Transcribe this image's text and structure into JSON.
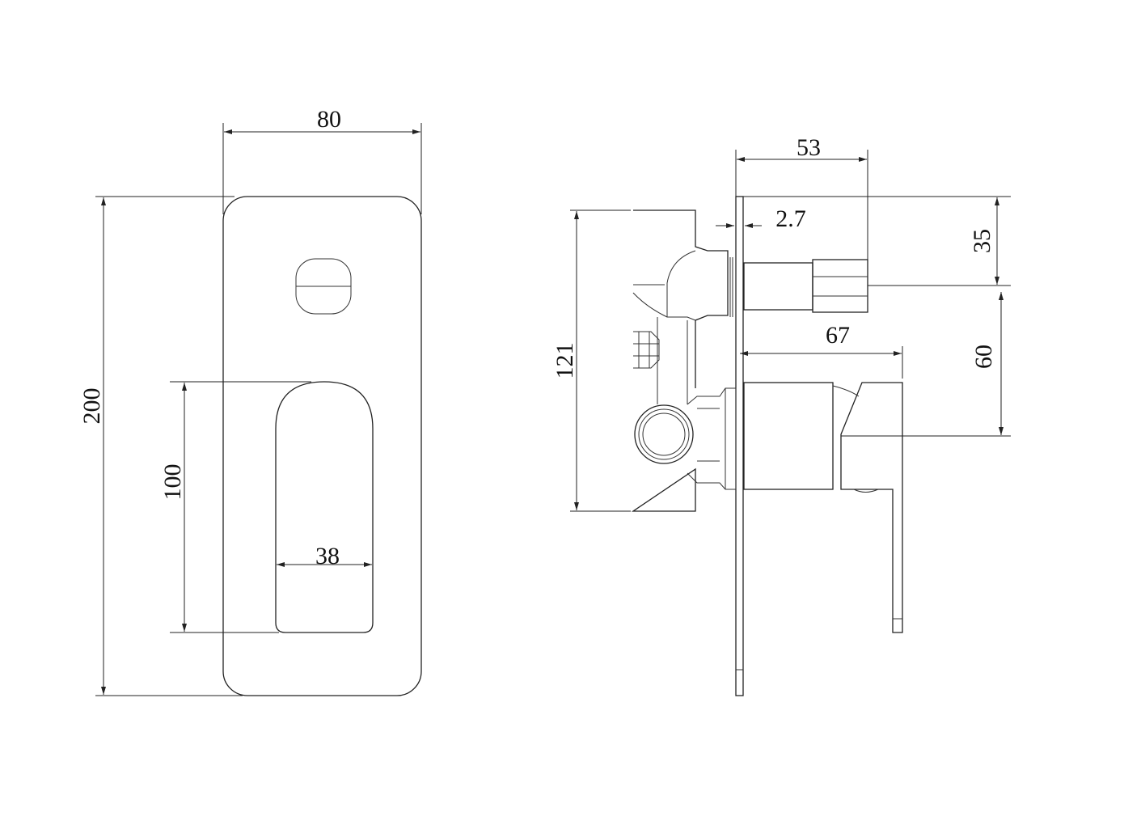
{
  "title": "Concealed shower mixer with diverter – dimension drawing",
  "front_view": {
    "dimensions": {
      "width": "80",
      "height": "200",
      "lever_height": "100",
      "lever_width": "38"
    }
  },
  "side_view": {
    "dimensions": {
      "diverter_projection": "53",
      "plate_thickness": "2.7",
      "diverter_offset": "35",
      "lever_projection": "67",
      "axis_spacing": "60",
      "body_depth": "121"
    }
  },
  "colors": {
    "line": "#222222",
    "background": "#ffffff"
  }
}
